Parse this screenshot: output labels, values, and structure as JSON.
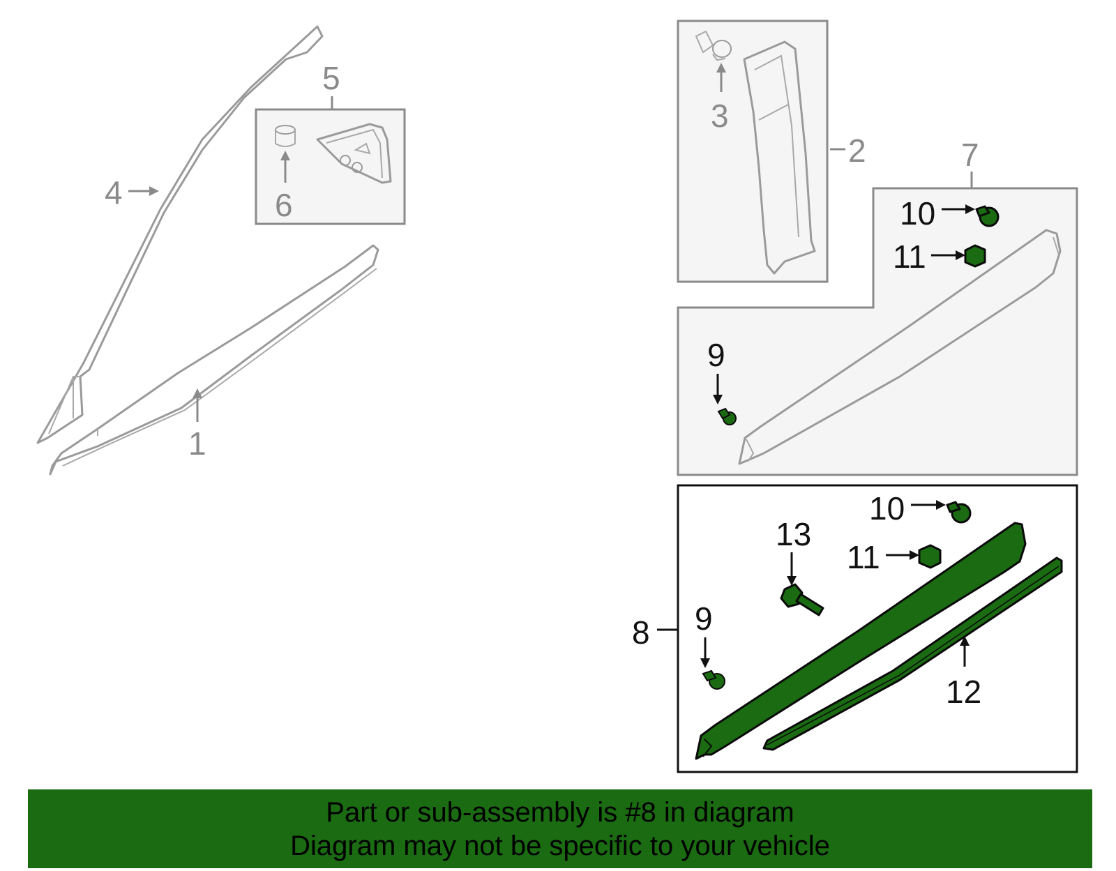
{
  "colors": {
    "highlight": "#1a6b12",
    "ghost_outline": "#9a9a9a",
    "label_gray": "#8a8a8a",
    "label_black": "#111111"
  },
  "callouts": {
    "c1": "1",
    "c2": "2",
    "c3": "3",
    "c4": "4",
    "c5": "5",
    "c6": "6",
    "c7": "7",
    "c8": "8",
    "c9a": "9",
    "c9b": "9",
    "c10a": "10",
    "c10b": "10",
    "c11a": "11",
    "c11b": "11",
    "c12": "12",
    "c13": "13"
  },
  "banner": {
    "line1": "Part or sub-assembly is #8 in diagram",
    "line2": "Diagram may not be specific to your vehicle"
  }
}
